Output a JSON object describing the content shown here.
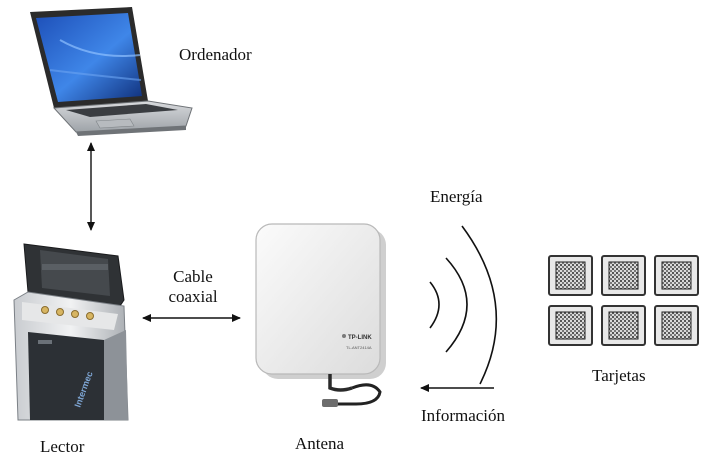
{
  "labels": {
    "computer": "Ordenador",
    "reader": "Lector",
    "cable_line1": "Cable",
    "cable_line2": "coaxial",
    "antenna": "Antena",
    "energy": "Energía",
    "information": "Información",
    "cards": "Tarjetas"
  },
  "device_text": {
    "antenna_brand": "TP-LINK",
    "antenna_model": "TL-ANT2414A",
    "reader_brand": "Intermec"
  }
}
